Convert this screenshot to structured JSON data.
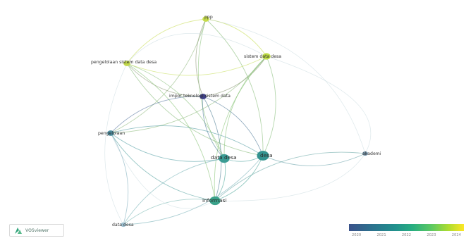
{
  "app": {
    "name": "VOSviewer"
  },
  "network": {
    "nodes": [
      {
        "id": "n1",
        "label": "ppp",
        "color": "#c6dc4a",
        "weight": 3
      },
      {
        "id": "n2",
        "label": "pengelolaan sistem data desa",
        "color": "#c2d94a",
        "weight": 3
      },
      {
        "id": "n3",
        "label": "sistem data desa",
        "color": "#bedc43",
        "weight": 4
      },
      {
        "id": "n4",
        "label": "impor teknologi sistem data",
        "color": "#3d3f86",
        "weight": 3
      },
      {
        "id": "n5",
        "label": "pengelolaan",
        "color": "#4a8ea0",
        "weight": 3
      },
      {
        "id": "n6",
        "label": "data desa",
        "color": "#3a9c94",
        "weight": 6
      },
      {
        "id": "n7",
        "label": "desa",
        "color": "#33928f",
        "weight": 7
      },
      {
        "id": "n8",
        "label": "akademi",
        "color": "#7a9ab0",
        "weight": 2
      },
      {
        "id": "n9",
        "label": "informasi",
        "color": "#3aa28a",
        "weight": 6
      },
      {
        "id": "n10",
        "label": "data desa",
        "color": "#9cbfcf",
        "weight": 2
      }
    ],
    "edges": [
      {
        "s": "n1",
        "t": "n2"
      },
      {
        "s": "n1",
        "t": "n3"
      },
      {
        "s": "n1",
        "t": "n6"
      },
      {
        "s": "n1",
        "t": "n7"
      },
      {
        "s": "n1",
        "t": "n4"
      },
      {
        "s": "n1",
        "t": "n5"
      },
      {
        "s": "n2",
        "t": "n4"
      },
      {
        "s": "n2",
        "t": "n6"
      },
      {
        "s": "n2",
        "t": "n7"
      },
      {
        "s": "n2",
        "t": "n9"
      },
      {
        "s": "n2",
        "t": "n3"
      },
      {
        "s": "n3",
        "t": "n4"
      },
      {
        "s": "n3",
        "t": "n6"
      },
      {
        "s": "n3",
        "t": "n7"
      },
      {
        "s": "n3",
        "t": "n9"
      },
      {
        "s": "n3",
        "t": "n5"
      },
      {
        "s": "n4",
        "t": "n6"
      },
      {
        "s": "n4",
        "t": "n7"
      },
      {
        "s": "n4",
        "t": "n5"
      },
      {
        "s": "n4",
        "t": "n9"
      },
      {
        "s": "n5",
        "t": "n6"
      },
      {
        "s": "n5",
        "t": "n7"
      },
      {
        "s": "n5",
        "t": "n9"
      },
      {
        "s": "n5",
        "t": "n10"
      },
      {
        "s": "n6",
        "t": "n7"
      },
      {
        "s": "n6",
        "t": "n9"
      },
      {
        "s": "n6",
        "t": "n10"
      },
      {
        "s": "n7",
        "t": "n9"
      },
      {
        "s": "n7",
        "t": "n8"
      },
      {
        "s": "n7",
        "t": "n10"
      },
      {
        "s": "n9",
        "t": "n10"
      },
      {
        "s": "n9",
        "t": "n8"
      }
    ]
  },
  "legend": {
    "ticks": [
      "2020",
      "2021",
      "2022",
      "2023",
      "2024"
    ],
    "gradient": [
      "#3b528b",
      "#2c728e",
      "#21908d",
      "#27ad81",
      "#5dc962",
      "#aadc32",
      "#fde725"
    ]
  }
}
